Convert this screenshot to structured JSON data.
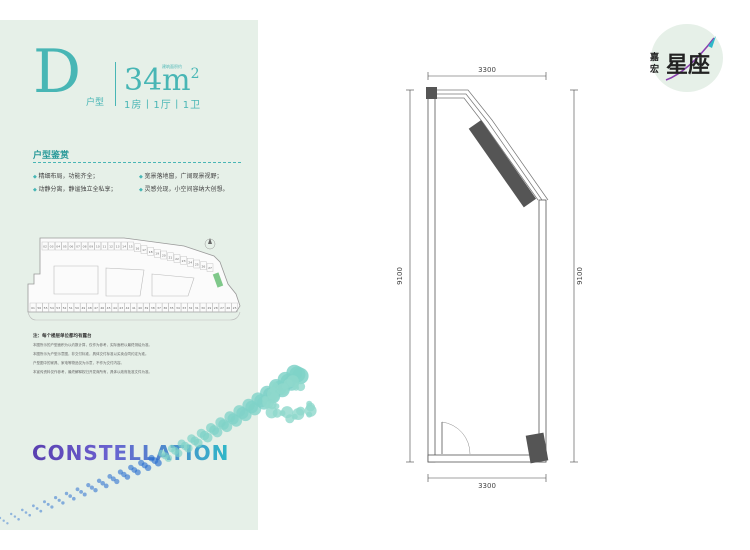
{
  "unit": {
    "letter": "D",
    "type_label": "户型",
    "area_value": "34m",
    "area_sup": "2",
    "area_note": "建筑面积约",
    "rooms": "1房丨1厅丨1卫"
  },
  "appreciation": {
    "title": "户型鉴赏",
    "features": [
      "精细布局，功能齐全；",
      "宽景落地窗，广阔观景视野；",
      "动静分离，静谧独立全私享；",
      "灵感兑现，小空间容纳大创想。"
    ]
  },
  "siteplan": {
    "top_row": [
      "02",
      "03",
      "04",
      "05",
      "06",
      "07",
      "08",
      "09",
      "10",
      "11",
      "12",
      "13",
      "14",
      "15",
      "16",
      "17",
      "18",
      "19",
      "20",
      "21",
      "22",
      "23",
      "24",
      "25",
      "26",
      "27"
    ],
    "bottom_row": [
      "01",
      "56",
      "55",
      "54",
      "53",
      "52",
      "51",
      "50",
      "49",
      "48",
      "47",
      "46",
      "45",
      "44",
      "43",
      "42",
      "41",
      "40",
      "39",
      "38",
      "37",
      "36",
      "35",
      "34",
      "33",
      "32",
      "31",
      "30",
      "29",
      "28",
      "27",
      "26",
      "25"
    ]
  },
  "notes": {
    "title": "注：每个楼层单位都均有露台",
    "lines": [
      "本图所示的户型面积为以约数计算，仅作为参考，实际面积以最终测绘为准。",
      "本图所示为户型示意图，非交付标准，具体交付标准以买卖合同约定为准。",
      "户型图中的家具、家电等物品仅为示意，不作为交付内容。",
      "本宣传资料仅作参考，最终解释权归开发商所有，具体以政府批准文件为准。"
    ]
  },
  "brand": {
    "english": "CONSTELLATION",
    "logo_small_1": "嘉",
    "logo_small_2": "宏",
    "logo_main": "星座",
    "accent": "#48b6b5",
    "panel_bg": "#e6f0e8"
  },
  "floorplan": {
    "width_top": "3300",
    "width_bottom": "3300",
    "height_left": "9100",
    "height_right": "9100"
  }
}
